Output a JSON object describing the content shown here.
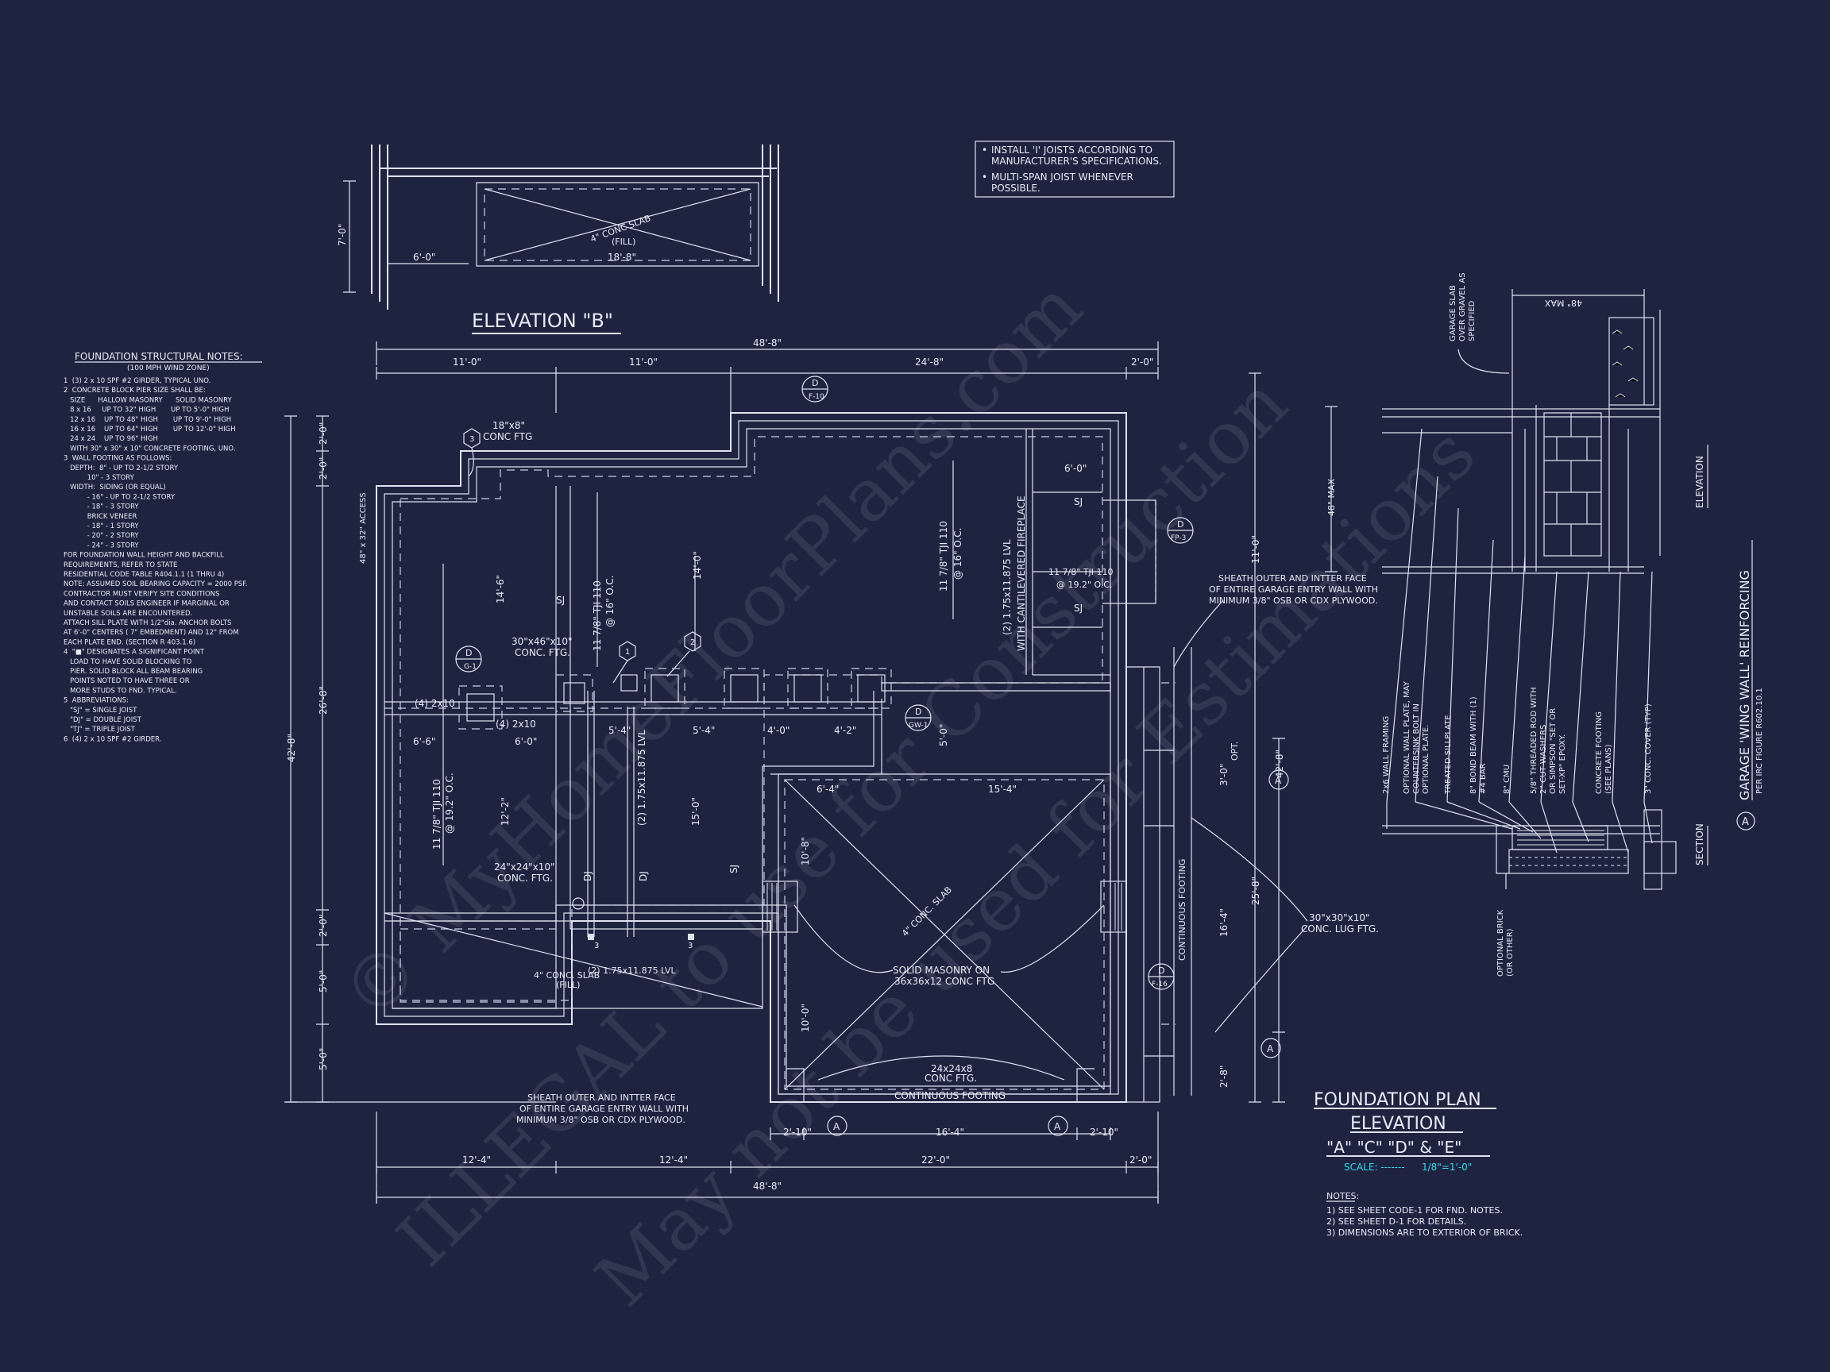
{
  "watermark": {
    "line1": "© MyHomeFloorPlans.com",
    "line2": "ILLEGAL to use for Construction",
    "line3": "May not be used for Estimations"
  },
  "joist_note": {
    "items": [
      "INSTALL 'I' JOISTS ACCORDING TO",
      "MANUFACTURER'S SPECIFICATIONS.",
      "MULTI-SPAN JOIST WHENEVER",
      "POSSIBLE."
    ]
  },
  "elevation_b": {
    "title": "ELEVATION \"B\"",
    "slab": "4\" CONC SLAB",
    "fill": "(FILL)",
    "dim_w": "18'-8\"",
    "dim_left": "6'-0\"",
    "dim_v": "7'-0\""
  },
  "struct_notes": {
    "title": "FOUNDATION STRUCTURAL NOTES:",
    "subtitle": "(100 MPH WIND ZONE)",
    "lines": [
      "1  (3) 2 x 10 SPF #2 GIRDER, TYPICAL UNO.",
      "2  CONCRETE BLOCK PIER SIZE SHALL BE:",
      "   SIZE      HALLOW MASONRY      SOLID MASONRY",
      "   8 x 16     UP TO 32\" HIGH       UP TO 5'-0\" HIGH",
      "   12 x 16    UP TO 48\" HIGH       UP TO 9'-0\" HIGH",
      "   16 x 16    UP TO 64\" HIGH       UP TO 12'-0\" HIGH",
      "   24 x 24    UP TO 96\" HIGH",
      "   WITH 30\" x 30\" x 10\" CONCRETE FOOTING, UNO.",
      "3  WALL FOOTING AS FOLLOWS:",
      "   DEPTH:  8\" - UP TO 2-1/2 STORY",
      "           10\" - 3 STORY",
      "   WIDTH:  SIDING (OR EQUAL)",
      "           - 16\" - UP TO 2-1/2 STORY",
      "           - 18\" - 3 STORY",
      "           BRICK VENEER",
      "           - 18\" - 1 STORY",
      "           - 20\" - 2 STORY",
      "           - 24\" - 3 STORY",
      "FOR FOUNDATION WALL HEIGHT AND BACKFILL",
      "REQUIREMENTS, REFER TO STATE",
      "RESIDENTIAL CODE TABLE R404.1.1 (1 THRU 4)",
      "NOTE: ASSUMED SOIL BEARING CAPACITY = 2000 PSF.",
      "CONTRACTOR MUST VERIFY SITE CONDITIONS",
      "AND CONTACT SOILS ENGINEER IF MARGINAL OR",
      "UNSTABLE SOILS ARE ENCOUNTERED.",
      "ATTACH SILL PLATE WITH 1/2\"dia. ANCHOR BOLTS",
      "AT 6'-0\" CENTERS ( 7\" EMBEDMENT) AND 12\" FROM",
      "EACH PLATE END. (SECTION R 403.1.6)",
      "4  \"■\" DESIGNATES A SIGNIFICANT POINT",
      "   LOAD TO HAVE SOLID BLOCKING TO",
      "   PIER. SOLID BLOCK ALL BEAM BEARING",
      "   POINTS NOTED TO HAVE THREE OR",
      "   MORE STUDS TO FND. TYPICAL.",
      "5  ABBREVIATIONS:",
      "   \"SJ\" = SINGLE JOIST",
      "   \"DJ\" = DOUBLE JOIST",
      "   \"TJ\" = TRIPLE JOIST",
      "6  (4) 2 x 10 SPF #2 GIRDER."
    ]
  },
  "plan": {
    "top_dims": [
      "11'-0\"",
      "11'-0\"",
      "24'-8\"",
      "2'-0\""
    ],
    "overall_top": "48'-8\"",
    "bottom_dims": [
      "12'-4\"",
      "12'-4\"",
      "22'-0\"",
      "2'-0\""
    ],
    "overall_bottom": "48'-8\"",
    "garage_bottom_dims": [
      "2'-10\"",
      "16'-4\"",
      "2'-10\""
    ],
    "left_dims": [
      "2'-0\"",
      "2'-0\"",
      "26'-8\"",
      "2'-0\"",
      "5'-0\"",
      "5'-0\""
    ],
    "overall_left": "42'-8\"",
    "right_dims": [
      "11'-0\"",
      "42'-8\"",
      "25'-8\"",
      "16'-4\"",
      "3'-0\"",
      "2'-8\""
    ],
    "labels": {
      "conc_ftg_18": "18\"x8\"",
      "conc_ftg_18b": "CONC FTG",
      "access": "48\" x 32\" ACCESS",
      "sj": "SJ",
      "dj": "DJ",
      "tji_left_top": "11 7/8\" TJI 110",
      "tji_left_top2": "@ 16\" O.C.",
      "tji_right": "11 7/8\" TJI 110",
      "tji_right2": "@ 16\" O.C.",
      "tji_left_bot": "11 7/8\" TJI 110",
      "tji_left_bot2": "@ 19.2\" O.C.",
      "lvl_cant": "(2) 1.75x11.875 LVL",
      "lvl_cant2": "WITH CANTILEVERED FIREPLACE",
      "tji_fp": "11 7/8\" TJI 110",
      "tji_fp2": "@ 19.2\" O.C.",
      "dim_6_0": "6'-0\"",
      "ftg_30": "30\"x46\"x10\"",
      "ftg_30b": "CONC. FTG.",
      "girder4": "(4) 2x10",
      "girder4b": "(4) 2x10",
      "dim_66": "6'-6\"",
      "dim_60": "6'-0\"",
      "dim_54": "5'-4\"",
      "dim_54b": "5'-4\"",
      "dim_40": "4'-0\"",
      "dim_42": "4'-2\"",
      "dim_146": "14'-6\"",
      "dim_140": "14'-0\"",
      "dim_122": "12'-2\"",
      "dim_150": "15'-0\"",
      "dim_50": "5'-0\"",
      "lvl_mid": "(2) 1.75x11.875 LVL",
      "ftg_24": "24\"x24\"x10\"",
      "ftg_24b": "CONC. FTG.",
      "slab_bot": "4\" CONC. SLAB",
      "lvl_bot": "(2) 1.75x11.875 LVL",
      "fill": "(FILL)",
      "garage_64": "6'-4\"",
      "garage_154": "15'-4\"",
      "garage_108": "10'-8\"",
      "garage_100": "10'-0\"",
      "garage_slab": "4\" CONC. SLAB",
      "solid_masonry": "SOLID MASONRY ON",
      "solid_masonry2": "36x36x12 CONC FTG",
      "ftg_2424": "24x24x8",
      "ftg_2424b": "CONC FTG.",
      "cont_footing": "CONTINUOUS FOOTING",
      "cont_footing_v": "CONTINUOUS FOOTING",
      "sheath_top": "SHEATH OUTER AND INTTER FACE",
      "sheath_top2": "OF ENTIRE GARAGE ENTRY WALL WITH",
      "sheath_top3": "MINIMUM 3/8\" OSB OR CDX PLYWOOD.",
      "sheath_bot": "SHEATH OUTER AND INTTER FACE",
      "sheath_bot2": "OF ENTIRE GARAGE ENTRY WALL WITH",
      "sheath_bot3": "MINIMUM 3/8\" OSB OR CDX PLYWOOD.",
      "lug_ftg": "30\"x30\"x10\"",
      "lug_ftg2": "CONC. LUG FTG.",
      "opt": "OPT.",
      "dim_48max": "48\" MAX",
      "dim_6": "6'-0\""
    },
    "tags": {
      "d_f10": [
        "D",
        "F-10"
      ],
      "d_g1": [
        "D",
        "G-1"
      ],
      "d_gw1": [
        "D",
        "GW-1"
      ],
      "d_fp3": [
        "D",
        "FP-3"
      ],
      "d_f16": [
        "D",
        "F-16"
      ],
      "a": "A",
      "n1": "1",
      "n2": "2",
      "n3": "3"
    }
  },
  "detail": {
    "top_label": "48\" MAX",
    "slab_label": [
      "GARAGE SLAB",
      "OVER GRAVEL AS",
      "SPECIFIED"
    ],
    "height_label": "48\" MAX",
    "elevation": "ELEVATION",
    "section": "SECTION",
    "callouts": [
      "2x6 WALL FRAMING",
      "OPTIONAL WALL PLATE, MAY",
      "COUNTERSINK BOLT IN",
      "OPTIONAL PLATE.",
      "TREATED SILLPLATE",
      "8\" BOND BEAM WITH (1)",
      "#4 BAR",
      "8\" CMU",
      "5/8\" THREADED ROD WITH",
      "2\" CUT WASHERS",
      "OR SIMPSON \"SET OR",
      "SET-XP\" EPOXY.",
      "CONCRETE FOOTING",
      "(SEE PLANS)",
      "3\" CONC. COVER (TYP)"
    ],
    "brick": [
      "OPTIONAL BRICK",
      "(OR OTHER)"
    ],
    "title": "GARAGE 'WING WALL' REINFORCING",
    "subtitle": "PER IRC FIGURE R602.10.1",
    "tag": "A"
  },
  "title_block": {
    "line1": "FOUNDATION PLAN",
    "line2": "ELEVATION",
    "line3": "\"A\" \"C\" \"D\" & \"E\"",
    "scale_label": "SCALE: -------",
    "scale_value": "1/8\"=1'-0\""
  },
  "notes": {
    "title": "NOTES:",
    "items": [
      "1)  SEE SHEET CODE-1 FOR FND. NOTES.",
      "2)  SEE SHEET D-1 FOR DETAILS.",
      "3)  DIMENSIONS ARE TO EXTERIOR OF BRICK."
    ]
  }
}
